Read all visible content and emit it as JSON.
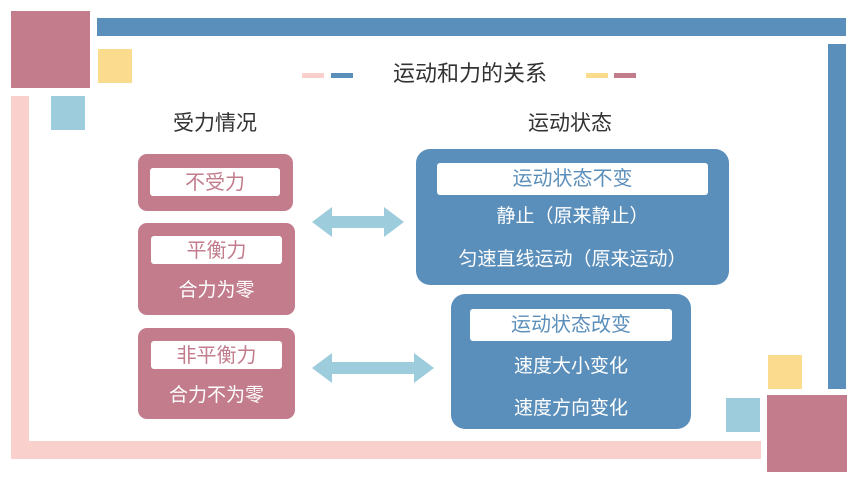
{
  "title": "运动和力的关系",
  "left_header": "受力情况",
  "right_header": "运动状态",
  "force_boxes": {
    "no_force": {
      "label": "不受力"
    },
    "balanced": {
      "label": "平衡力",
      "note": "合力为零"
    },
    "unbalanced": {
      "label": "非平衡力",
      "note": "合力不为零"
    }
  },
  "motion_boxes": {
    "unchanged": {
      "label": "运动状态不变",
      "line1": "静止（原来静止）",
      "line2": "匀速直线运动（原来运动）"
    },
    "changed": {
      "label": "运动状态改变",
      "line1": "速度大小变化",
      "line2": "速度方向变化"
    }
  },
  "colors": {
    "pink_box": "#c27c8c",
    "blue_box": "#5b8fbb",
    "arrow": "#9dcddc",
    "light_pink": "#f9d0cb",
    "yellow": "#fbdc8e"
  }
}
